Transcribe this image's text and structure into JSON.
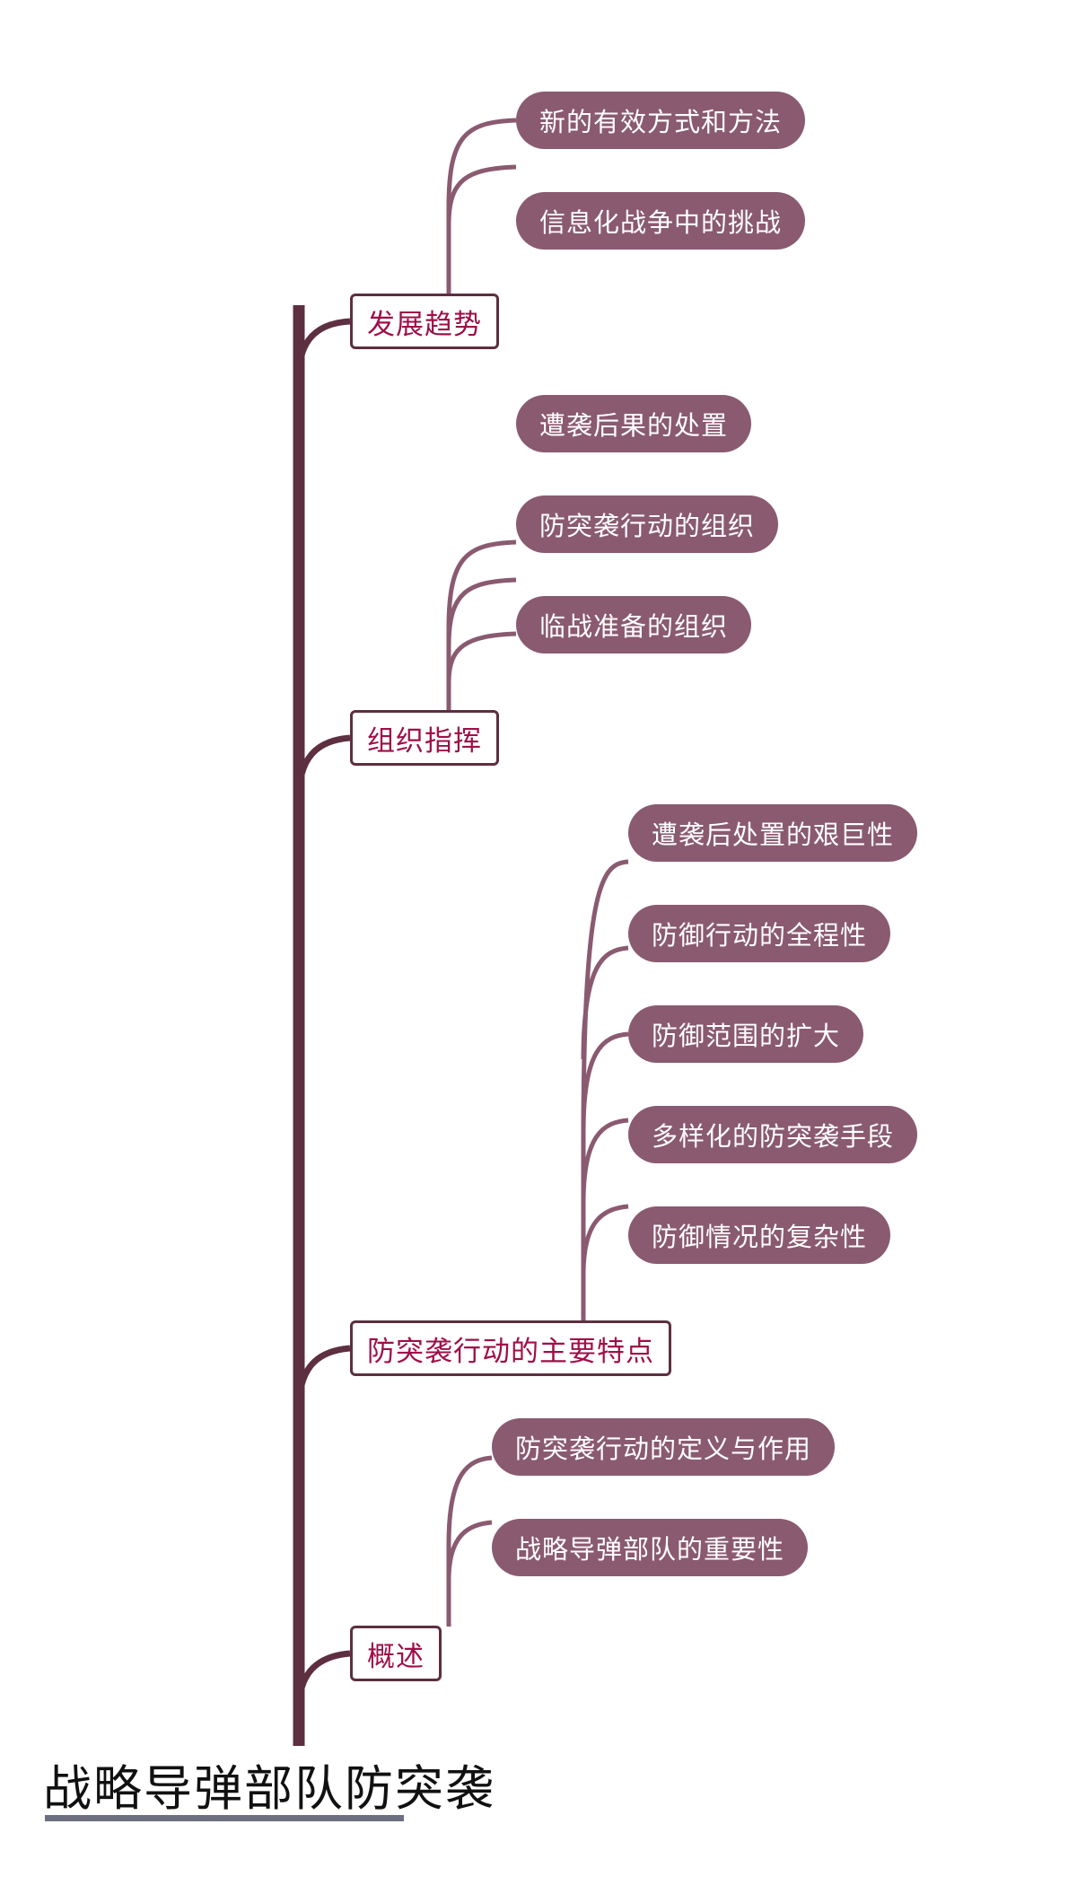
{
  "diagram": {
    "type": "mindmap",
    "title": "战略导弹部队防突袭",
    "orientation": "vertical-trunk-left",
    "colors": {
      "trunk": "#5d2f40",
      "branch_border": "#5d2f40",
      "branch_text": "#9e0f48",
      "branch_fill": "#ffffff",
      "leaf_fill": "#8a5a70",
      "leaf_text": "#ffffff",
      "root_text": "#111111",
      "root_underline": "#6b6f80",
      "background": "#ffffff"
    },
    "root": {
      "label": "战略导弹部队防突袭"
    },
    "branches": [
      {
        "id": "branch-development-trend",
        "label": "发展趋势",
        "children": [
          {
            "id": "leaf-new-methods",
            "label": "新的有效方式和方法"
          },
          {
            "id": "leaf-info-war-challenge",
            "label": "信息化战争中的挑战"
          }
        ]
      },
      {
        "id": "branch-organization-command",
        "label": "组织指挥",
        "children": [
          {
            "id": "leaf-post-attack-handling",
            "label": "遭袭后果的处置"
          },
          {
            "id": "leaf-anti-raid-organization",
            "label": "防突袭行动的组织"
          },
          {
            "id": "leaf-pre-combat-preparation",
            "label": "临战准备的组织"
          }
        ]
      },
      {
        "id": "branch-main-features",
        "label": "防突袭行动的主要特点",
        "children": [
          {
            "id": "leaf-post-attack-difficulty",
            "label": "遭袭后处置的艰巨性"
          },
          {
            "id": "leaf-defense-whole-process",
            "label": "防御行动的全程性"
          },
          {
            "id": "leaf-defense-scope-expansion",
            "label": "防御范围的扩大"
          },
          {
            "id": "leaf-diverse-means",
            "label": "多样化的防突袭手段"
          },
          {
            "id": "leaf-defense-complexity",
            "label": "防御情况的复杂性"
          }
        ]
      },
      {
        "id": "branch-overview",
        "label": "概述",
        "children": [
          {
            "id": "leaf-definition-and-role",
            "label": "防突袭行动的定义与作用"
          },
          {
            "id": "leaf-strategic-missile-importance",
            "label": "战略导弹部队的重要性"
          }
        ]
      }
    ]
  }
}
